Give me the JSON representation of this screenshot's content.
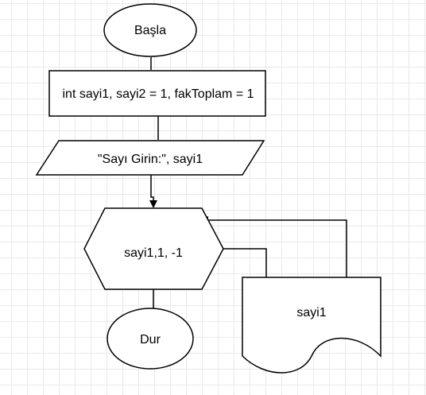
{
  "flowchart": {
    "start": {
      "label": "Başla"
    },
    "init": {
      "label": "int sayi1, sayi2 = 1,  fakToplam = 1"
    },
    "input": {
      "label": "\"Sayı Girin:\", sayi1"
    },
    "loop": {
      "label": "sayi1,1, -1"
    },
    "output": {
      "label": "sayi1"
    },
    "end": {
      "label": "Dur"
    }
  }
}
